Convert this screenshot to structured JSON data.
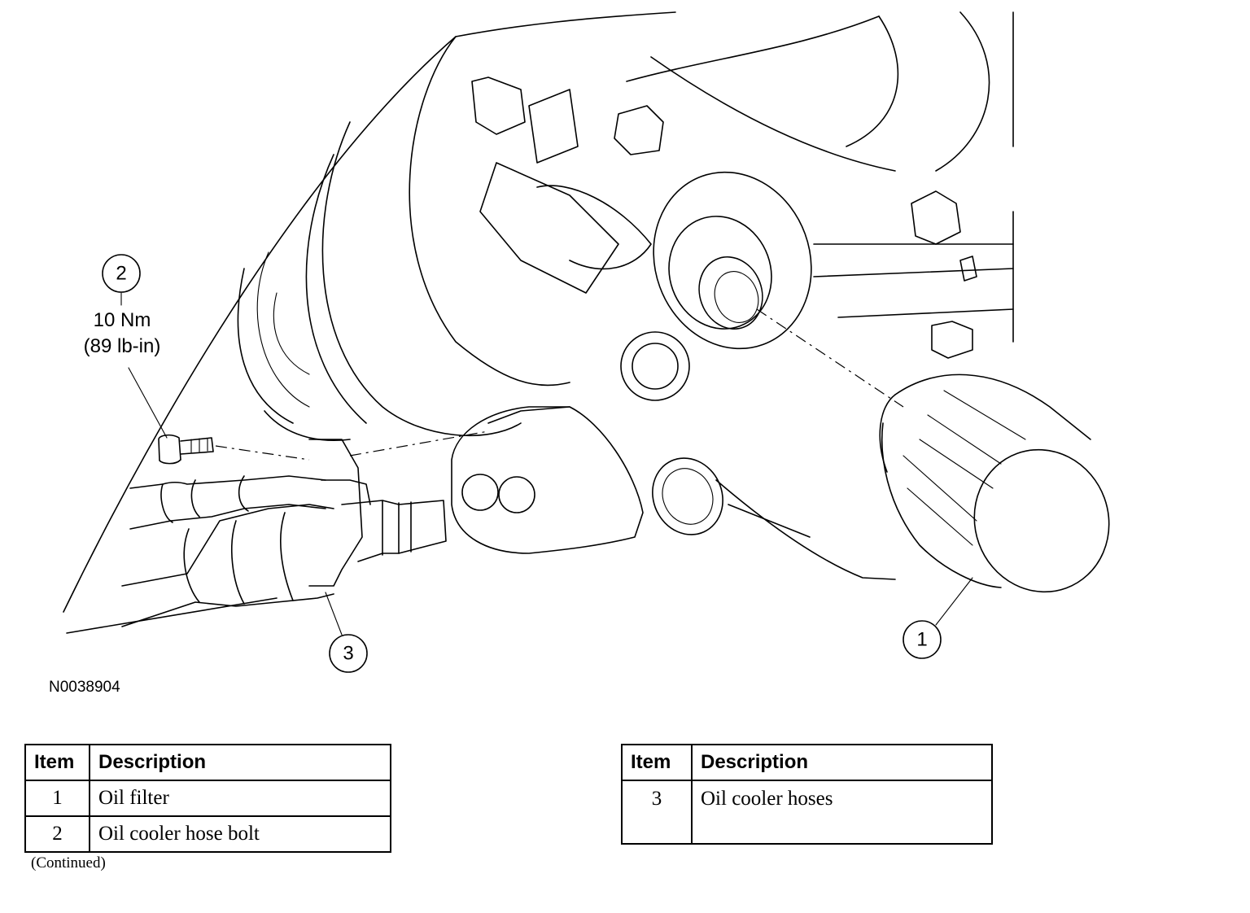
{
  "figure": {
    "id": "N0038904",
    "torque_spec": {
      "metric": "10 Nm",
      "imperial": "(89 lb-in)"
    },
    "callouts": [
      {
        "number": "1",
        "part": "oil-filter"
      },
      {
        "number": "2",
        "part": "oil-cooler-hose-bolt"
      },
      {
        "number": "3",
        "part": "oil-cooler-hoses"
      }
    ]
  },
  "legend_tables": [
    {
      "headers": {
        "item": "Item",
        "description": "Description"
      },
      "rows": [
        {
          "item": "1",
          "description": "Oil filter"
        },
        {
          "item": "2",
          "description": "Oil cooler hose bolt"
        }
      ]
    },
    {
      "headers": {
        "item": "Item",
        "description": "Description"
      },
      "rows": [
        {
          "item": "3",
          "description": "Oil cooler hoses"
        }
      ]
    }
  ],
  "continued_note": "(Continued)"
}
